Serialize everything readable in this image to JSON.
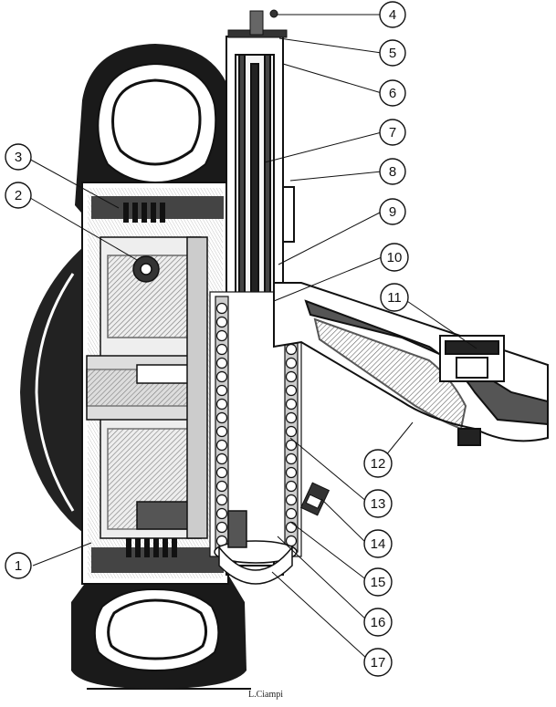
{
  "callouts": [
    {
      "id": "c1",
      "label": "1"
    },
    {
      "id": "c2",
      "label": "2"
    },
    {
      "id": "c3",
      "label": "3"
    },
    {
      "id": "c4",
      "label": "4"
    },
    {
      "id": "c5",
      "label": "5"
    },
    {
      "id": "c6",
      "label": "6"
    },
    {
      "id": "c7",
      "label": "7"
    },
    {
      "id": "c8",
      "label": "8"
    },
    {
      "id": "c9",
      "label": "9"
    },
    {
      "id": "c10",
      "label": "10"
    },
    {
      "id": "c11",
      "label": "11"
    },
    {
      "id": "c12",
      "label": "12"
    },
    {
      "id": "c13",
      "label": "13"
    },
    {
      "id": "c14",
      "label": "14"
    },
    {
      "id": "c15",
      "label": "15"
    },
    {
      "id": "c16",
      "label": "16"
    },
    {
      "id": "c17",
      "label": "17"
    }
  ],
  "signature": "L.Ciampi",
  "colors": {
    "ink": "#111111",
    "paper": "#ffffff",
    "shade": "#555555",
    "dark": "#1a1a1a"
  }
}
